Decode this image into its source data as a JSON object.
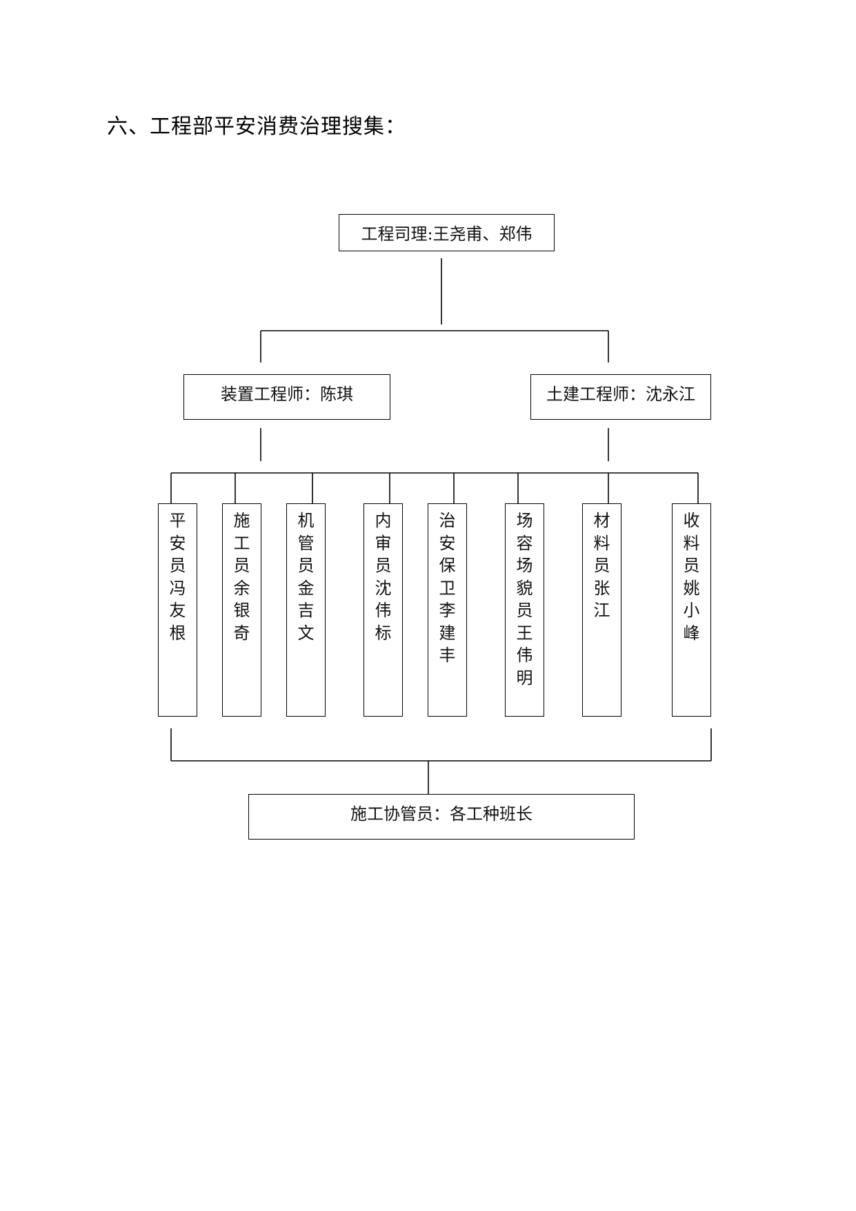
{
  "heading": "六、工程部平安消费治理搜集：",
  "org": {
    "top": "工程司理:王尧甫、郑伟",
    "left_engineer": "装置工程师：陈琪",
    "right_engineer": "土建工程师：沈永江",
    "members": [
      "平安员冯友根",
      "施工员余银奇",
      "机管员金吉文",
      "内审员沈伟标",
      "治安保卫李建丰",
      "场容场貌员王伟明",
      "材料员张江",
      "收料员姚小峰"
    ],
    "bottom": "施工协管员：各工种班长"
  }
}
